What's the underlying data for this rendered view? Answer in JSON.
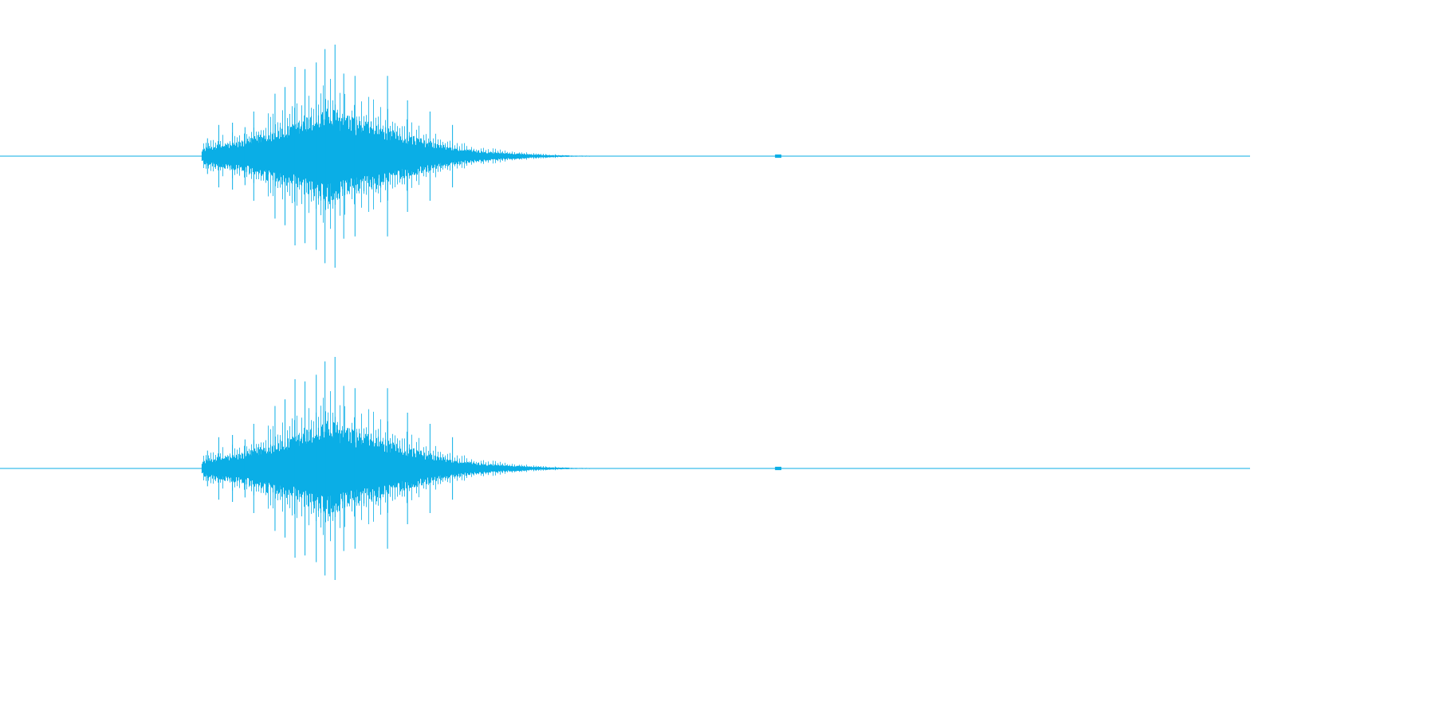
{
  "chart_data": {
    "type": "area",
    "description_kind": "stereo audio waveform",
    "color": "#0aaee6",
    "x_range": [
      0,
      1
    ],
    "y_range": [
      -1,
      1
    ],
    "channels": [
      {
        "channel": "left",
        "envelope": {
          "x": [
            0.161,
            0.163,
            0.17,
            0.18,
            0.19,
            0.2,
            0.21,
            0.22,
            0.23,
            0.24,
            0.25,
            0.26,
            0.27,
            0.28,
            0.29,
            0.3,
            0.31,
            0.32,
            0.33,
            0.34,
            0.35,
            0.36,
            0.37,
            0.38,
            0.39,
            0.4,
            0.41,
            0.42,
            0.43,
            0.44,
            0.45,
            0.455,
            0.46,
            0.47,
            0.48,
            0.486
          ],
          "amplitude": [
            0.1,
            0.18,
            0.22,
            0.26,
            0.3,
            0.36,
            0.48,
            0.56,
            0.6,
            0.72,
            0.84,
            0.98,
            0.92,
            0.8,
            0.72,
            0.68,
            0.56,
            0.46,
            0.42,
            0.32,
            0.26,
            0.2,
            0.16,
            0.12,
            0.1,
            0.08,
            0.06,
            0.05,
            0.035,
            0.025,
            0.02,
            0.015,
            0.01,
            0.01,
            0.008,
            0.0
          ]
        },
        "peaks": [
          {
            "x": 0.166,
            "amplitude": 0.16
          },
          {
            "x": 0.175,
            "amplitude": 0.28
          },
          {
            "x": 0.186,
            "amplitude": 0.3
          },
          {
            "x": 0.196,
            "amplitude": 0.26
          },
          {
            "x": 0.203,
            "amplitude": 0.4
          },
          {
            "x": 0.22,
            "amplitude": 0.56
          },
          {
            "x": 0.228,
            "amplitude": 0.62
          },
          {
            "x": 0.236,
            "amplitude": 0.8
          },
          {
            "x": 0.244,
            "amplitude": 0.78
          },
          {
            "x": 0.253,
            "amplitude": 0.84
          },
          {
            "x": 0.26,
            "amplitude": 0.96
          },
          {
            "x": 0.268,
            "amplitude": 1.0
          },
          {
            "x": 0.275,
            "amplitude": 0.74
          },
          {
            "x": 0.284,
            "amplitude": 0.72
          },
          {
            "x": 0.31,
            "amplitude": 0.72
          },
          {
            "x": 0.326,
            "amplitude": 0.5
          },
          {
            "x": 0.344,
            "amplitude": 0.4
          },
          {
            "x": 0.362,
            "amplitude": 0.28
          }
        ],
        "blip": {
          "x": 0.62,
          "amplitude": 0.015
        }
      },
      {
        "channel": "right",
        "same_as": "left"
      }
    ]
  }
}
